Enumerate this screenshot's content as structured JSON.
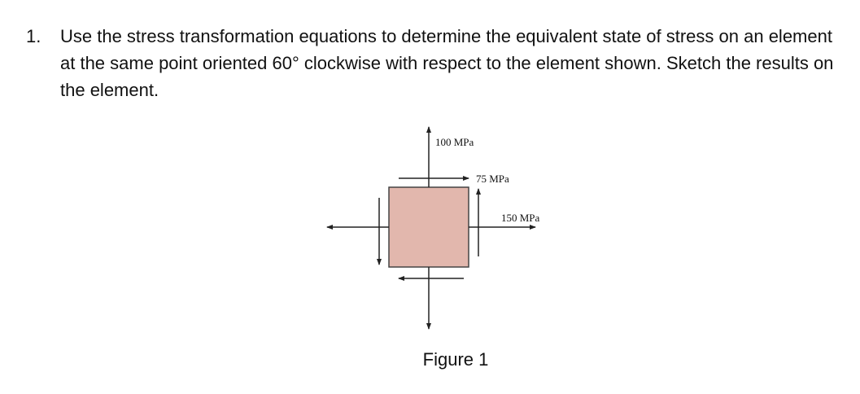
{
  "question": {
    "number": "1.",
    "text": "Use the stress transformation equations to determine the equivalent state of stress on an element at the same point oriented 60° clockwise with respect to the element shown. Sketch the results on the element."
  },
  "figure": {
    "labels": {
      "normal_y": "100 MPa",
      "shear": "75 MPa",
      "normal_x": "150 MPa"
    },
    "caption": "Figure 1",
    "element_fill": "#e2b7ad",
    "element_stroke": "#444444"
  }
}
